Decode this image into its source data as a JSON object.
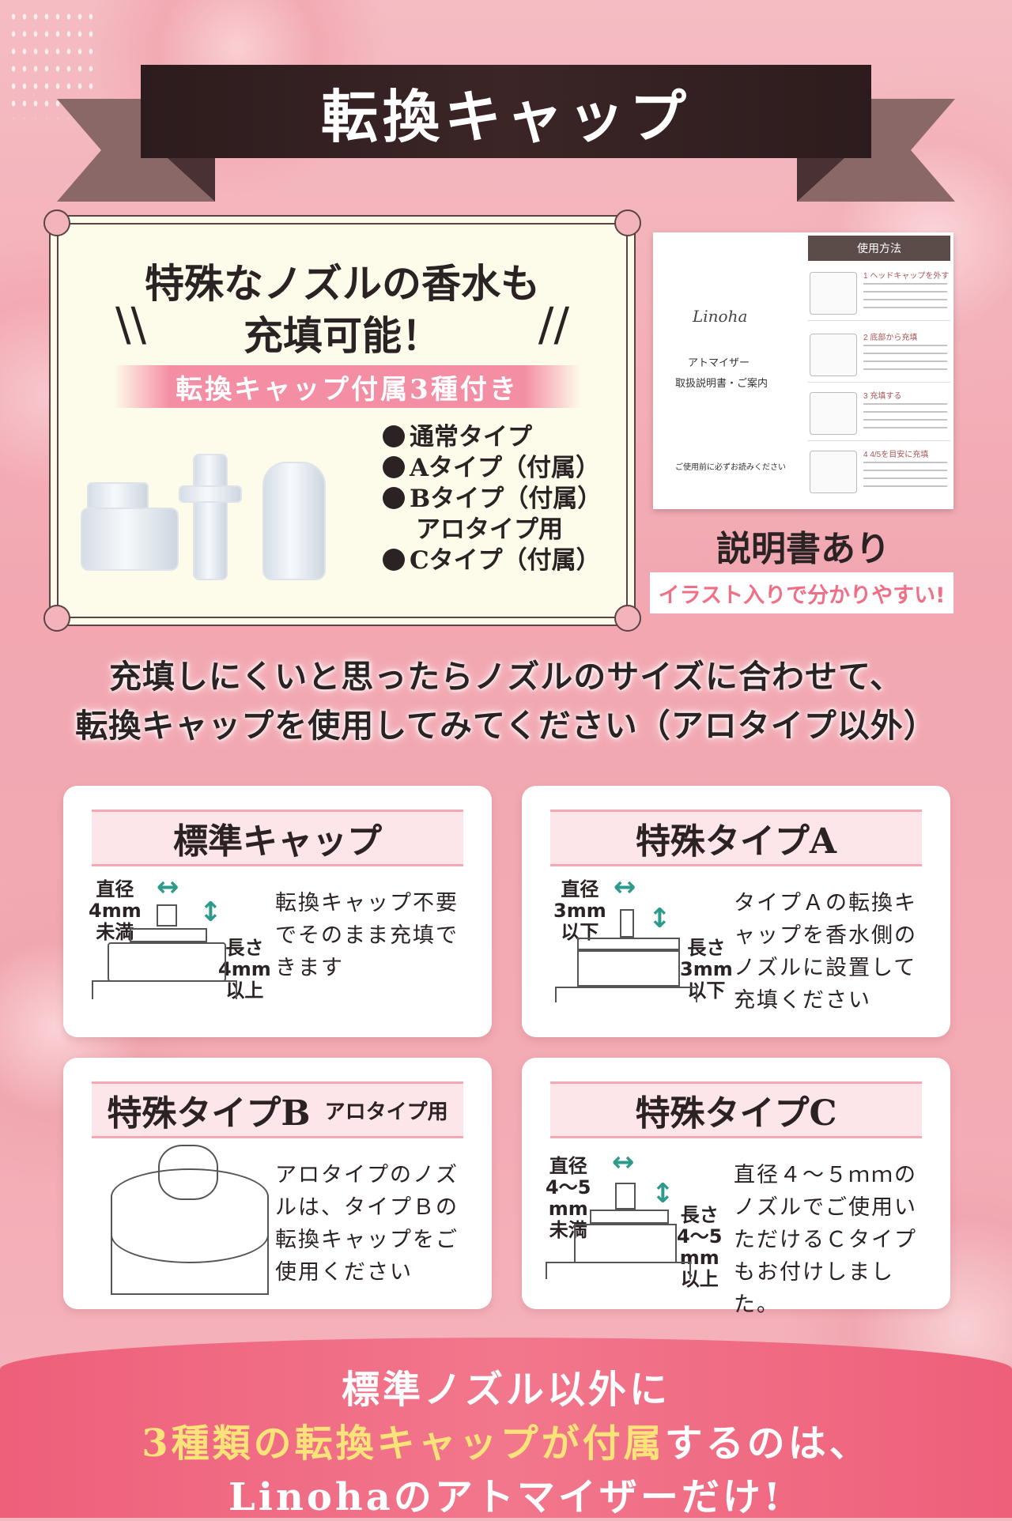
{
  "banner": {
    "title": "転換キャップ"
  },
  "feature": {
    "headline_line1": "特殊なノズルの香水も",
    "headline_line2": "充填可能！",
    "subtitle": "転換キャップ付属3種付き",
    "types": [
      "通常タイプ",
      "Aタイプ（付属）",
      "Bタイプ（付属）",
      "アロタイプ用",
      "Cタイプ（付属）"
    ]
  },
  "manual": {
    "brand": "Linoha",
    "line1": "アトマイザー",
    "line2": "取扱説明書・ご案内",
    "note": "ご使用前に必ずお読みください",
    "head": "使用方法",
    "steps": [
      "1 ヘッドキャップを外す",
      "2 底部から充填",
      "3 充填する",
      "4 4/5を目安に充填"
    ],
    "title": "説明書あり",
    "subtitle": "イラスト入りで分かりやすい!"
  },
  "message": {
    "line1": "充填しにくいと思ったらノズルのサイズに合わせて、",
    "line2": "転換キャップを使用してみてください（アロタイプ以外）"
  },
  "cards": [
    {
      "title": "標準キャップ",
      "dia": [
        "直径",
        "4mm",
        "未満"
      ],
      "len": [
        "長さ",
        "4mm",
        "以上"
      ],
      "body": "転換キャップ不要でそのまま充填できます"
    },
    {
      "title": "特殊タイプA",
      "dia": [
        "直径",
        "3mm",
        "以下"
      ],
      "len": [
        "長さ",
        "3mm",
        "以下"
      ],
      "body": "タイプＡの転換キャップを香水側のノズルに設置して充填ください"
    },
    {
      "title": "特殊タイプB",
      "title_small": "アロタイプ用",
      "body": "アロタイプのノズルは、タイプＢの転換キャップをご使用ください"
    },
    {
      "title": "特殊タイプC",
      "dia": [
        "直径",
        "4〜5",
        "mm",
        "未満"
      ],
      "len": [
        "長さ",
        "4〜5",
        "mm",
        "以上"
      ],
      "body": "直径４〜５ｍｍのノズルでご使用いただけるＣタイプもお付けしました。"
    }
  ],
  "bottom": {
    "line1": "標準ノズル以外に",
    "line2_highlight": "3種類の転換キャップが付属",
    "line2_rest": "するのは、",
    "line3": "Linohaのアトマイザーだけ!"
  },
  "colors": {
    "accent_pink": "#ee5f7a",
    "banner": "#2d1c1d",
    "arrow": "#2e9a8c",
    "highlight": "#fbe37a"
  }
}
